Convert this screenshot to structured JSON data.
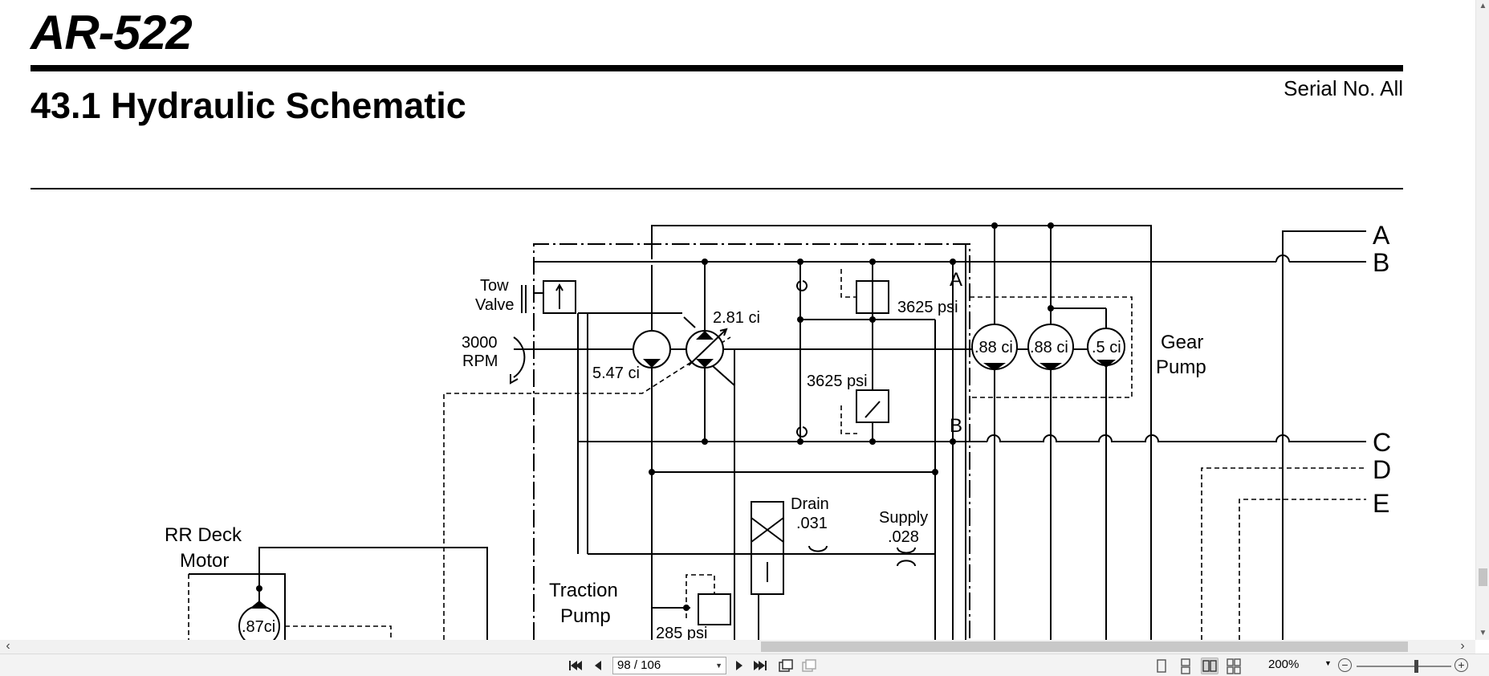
{
  "document": {
    "model": "AR-522",
    "section_title": "43.1 Hydraulic Schematic",
    "serial": "Serial No. All"
  },
  "schematic": {
    "labels": {
      "tow_valve_1": "Tow",
      "tow_valve_2": "Valve",
      "rpm_value": "3000",
      "rpm_unit": "RPM",
      "disp_281": "2.81 ci",
      "disp_547": "5.47 ci",
      "relief_top": "3625 psi",
      "relief_bottom": "3625 psi",
      "port_a": "A",
      "port_b": "B",
      "gear_1": ".88 ci",
      "gear_2": ".88 ci",
      "gear_3": ".5 ci",
      "gear_pump_1": "Gear",
      "gear_pump_2": "Pump",
      "line_a": "A",
      "line_b": "B",
      "line_c": "C",
      "line_d": "D",
      "line_e": "E",
      "drain_1": "Drain",
      "drain_2": ".031",
      "supply_1": "Supply",
      "supply_2": ".028",
      "traction_1": "Traction",
      "traction_2": "Pump",
      "charge_relief": "285 psi",
      "rr_deck_1": "RR Deck",
      "rr_deck_2": "Motor",
      "rr_motor_disp": ".87ci"
    }
  },
  "viewer": {
    "page_indicator": "98 / 106",
    "zoom": "200%",
    "icons": {
      "first_page": "first-page-icon",
      "prev_page": "previous-page-icon",
      "next_page": "next-page-icon",
      "last_page": "last-page-icon",
      "rotate": "rotate-icon",
      "zoom_out": "zoom-out-icon",
      "zoom_in": "zoom-in-icon"
    }
  }
}
